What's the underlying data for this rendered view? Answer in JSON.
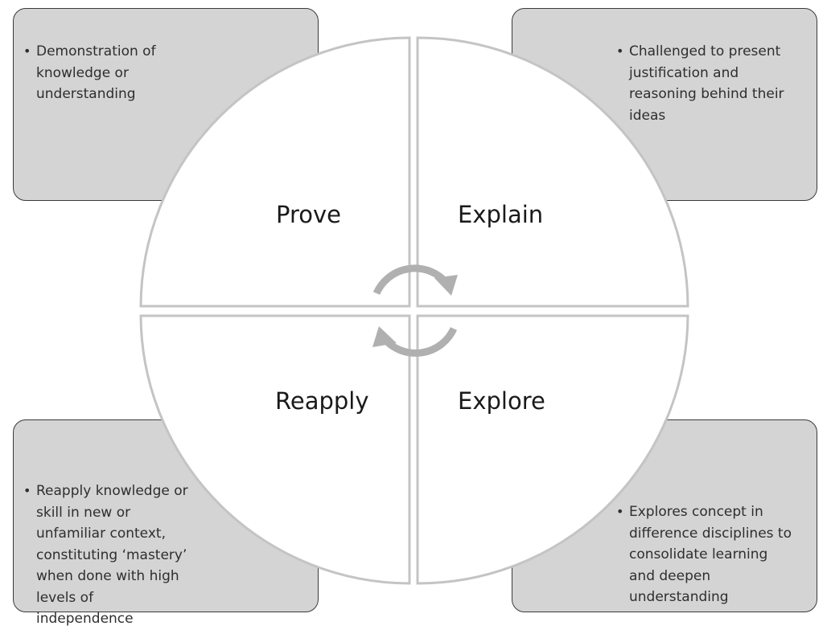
{
  "quadrants": {
    "prove": {
      "label": "Prove"
    },
    "explain": {
      "label": "Explain"
    },
    "reapply": {
      "label": "Reapply"
    },
    "explore": {
      "label": "Explore"
    }
  },
  "boxes": {
    "top_left": {
      "bullet": "•",
      "lines": [
        "Demonstration of",
        "knowledge or",
        "understanding"
      ]
    },
    "top_right": {
      "bullet": "•",
      "lines": [
        "Challenged to present",
        "justification and",
        "reasoning behind their",
        "ideas"
      ]
    },
    "bottom_left": {
      "bullet": "•",
      "lines": [
        "Reapply knowledge or",
        "skill in new or",
        "unfamiliar context,",
        "constituting ‘mastery’",
        "when done with high",
        "levels of independence"
      ]
    },
    "bottom_right": {
      "bullet": "•",
      "lines": [
        "Explores concept in",
        "difference disciplines to",
        "consolidate learning",
        "and deepen",
        "understanding"
      ]
    }
  },
  "colors": {
    "box_fill": "#d4d4d4",
    "box_border": "#3a3a3a",
    "quadrant_fill": "#ffffff",
    "quadrant_stroke": "#c4c4c4",
    "arrow_color": "#b0b0b0",
    "text_color": "#2e2e2e"
  },
  "icons": {
    "cycle": "cycle-arrows-icon"
  }
}
